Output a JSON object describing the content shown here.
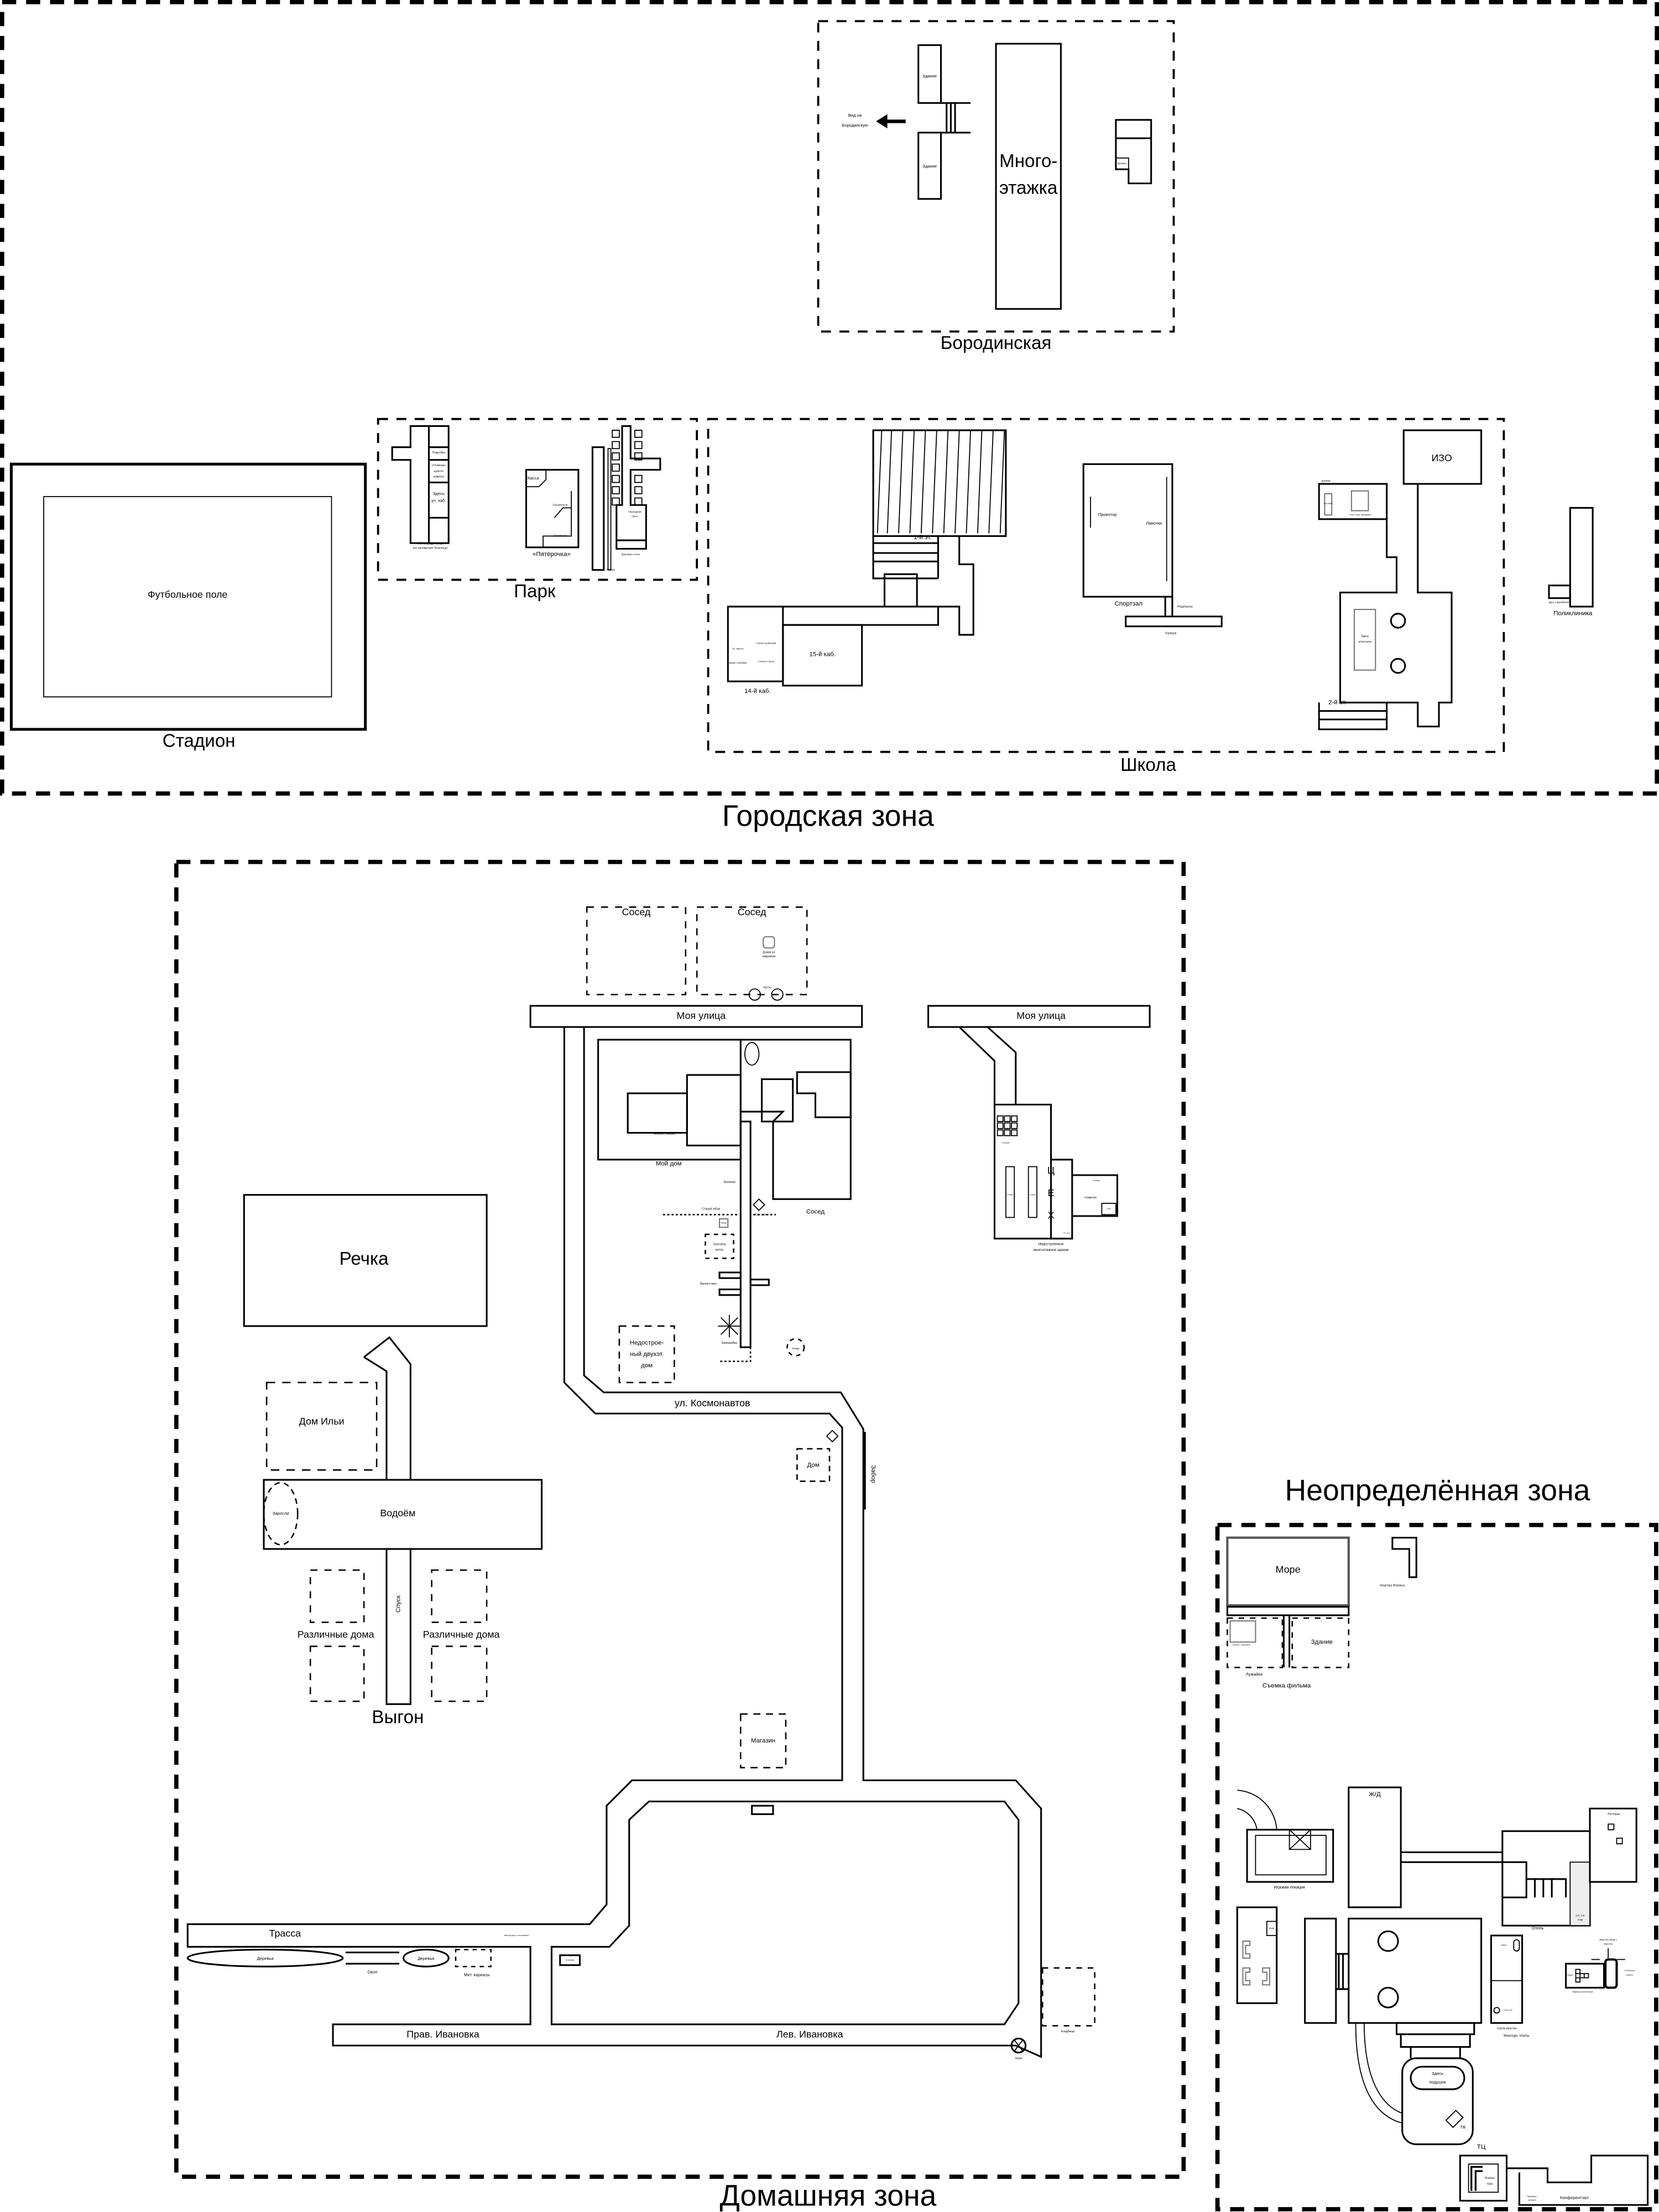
{
  "city_zone": {
    "title": "Городская зона",
    "borodinskaya": {
      "title": "Бородинская",
      "building_top": "Здание",
      "building_bottom": "Здание",
      "highrise_line1": "Много-",
      "highrise_line2": "этажка",
      "view_line1": "Вид на",
      "view_line2": "Бородинскую",
      "bed": "Кровать"
    },
    "stadium": {
      "title": "Стадион",
      "field": "Футбольное поле"
    },
    "park": {
      "title": "Парк",
      "storeroom": "Подсобка",
      "odd_room_1": "«Отличаю-",
      "odd_room_2": "щаяся»",
      "odd_room_3": "комната",
      "classroom_1": "Здесь",
      "classroom_2": "уч. каб.",
      "camp_1": "Что-то вроде лагеря",
      "camp_2": "(но напоминает больницу)",
      "cashier": "Касса",
      "barriers": "Ограничители",
      "shelves": "Стеллажи",
      "store": "«Пятёрочка»",
      "checkpoint_1": "Проходной",
      "checkpoint_2": "пункт",
      "wall": "Красивая стена",
      "curb": "Бордюр"
    },
    "school": {
      "title": "Школа",
      "floor1": "1-й эт.",
      "room14": "14-й каб.",
      "room15": "15-й каб.",
      "study_place": "Уч. место",
      "chairs_robots": "Стулья с роботами",
      "tables_chairs": "Столы и стулья",
      "rack": "Шкаф с колбами",
      "gym": "Спортзал",
      "projector": "Проектор",
      "benches": "Лавочки",
      "locker": "Раздевалка",
      "corridor": "Коридор",
      "art": "ИЗО",
      "speaker": "Динамик",
      "devices": "При-ёмник",
      "chess_table": "Стол с шах. фигурами",
      "certificates_1": "Здесь",
      "certificates_2": "аттестаты",
      "floor2": "2-й эт."
    },
    "clinic": {
      "title": "Поликлиника",
      "shower": "Душ с раковиной"
    }
  },
  "home_zone": {
    "title": "Домашняя зона",
    "neighbor_1": "Сосед",
    "neighbor_2": "Сосед",
    "stilt_house_1": "Домик на",
    "stilt_house_2": "подпорках",
    "bushes": "Кусты",
    "my_street_1": "Моя улица",
    "my_street_2": "Моя улица",
    "my_house": "Мой дом",
    "swing": "Качалка с вышкой",
    "neighbor_3": "Сосед",
    "path": "Тропинка",
    "old_fence": "Старый забор",
    "fruit_tree": "Фрукт. дерево",
    "picnic": "Пикник",
    "transformer_1": "Трансфор",
    "transformer_2": "матор",
    "obstacles": "Препятствия",
    "birch": "Берёза/Ива",
    "fire": "Пожар",
    "unfinished_1": "Недострое-",
    "unfinished_2": "ный двухэт.",
    "unfinished_3": "дом",
    "workshop_letters": [
      "Ц",
      "Е",
      "Х"
    ],
    "structure": "Сооруж.",
    "machine_1": "Станок",
    "machine_2": "Станок",
    "secret": "Секретка",
    "rack": "Стеллаж",
    "table": "Стол",
    "floor2": "2-й этаж",
    "highrise_1": "Недостроенное",
    "highrise_2": "многоэтажное здание",
    "cosmonauts": "ул. Космонавтов",
    "house": "Дом",
    "fence": "Забор",
    "river": "Речка",
    "ilya_house": "Дом Ильи",
    "pond": "Водоём",
    "thicket": "Заросли",
    "houses_1": "Различные дома",
    "houses_2": "Различные дома",
    "descent": "Спуск",
    "pasture": "Выгон",
    "shop": "Магазин",
    "highway": "Трасса",
    "trees_1": "Деревья",
    "trees_2": "Деревья",
    "trench": "Окоп",
    "frames": "Мет. каркасы",
    "stop_house": "Жилой дом с остановкой",
    "bus_stop": "Остановка",
    "right_ivanovka": "Прав. Ивановка",
    "left_ivanovka": "Лев. Ивановка",
    "temple": "Храм",
    "cemetery": "Кладбище"
  },
  "undefined_zone": {
    "title": "Неопределённая зона",
    "sea": "Море",
    "moreev_flat": "Квартира Моревых",
    "alley": "Аллея с лавочкой",
    "lawn": "Лужайка",
    "building": "Здание",
    "filming": "Съемка фильма",
    "game_location": "Игровая локация",
    "railway": "Ж/Д",
    "restaurant": "Ресторан",
    "hotel": "Отель",
    "hotel_floors_1": "2-й, 3-й",
    "hotel_floors_2": "этаж",
    "wardrobe": "Шкаф",
    "city_view_1": "Вид на город с",
    "city_view_2": "высоты",
    "glass_room_1": "Стеклянная",
    "glass_room_2": "комната",
    "beds": "Грядки",
    "highrise_flat": "Квартира в многоэтажке",
    "bath": "Ванна",
    "pc_table": "Стол с ПК",
    "horror_scene": "Сцена-ужастик",
    "slabs": "Многоур. плиты",
    "pillows_1": "Здесь",
    "pillows_2": "подушки",
    "tv": "ТВ",
    "mall": "ТЦ",
    "escalators_1": "Эскала-",
    "escalators_2": "торы",
    "inter_room_1": "Промежут.",
    "inter_room_2": "комната",
    "conference": "Конферентзал"
  }
}
